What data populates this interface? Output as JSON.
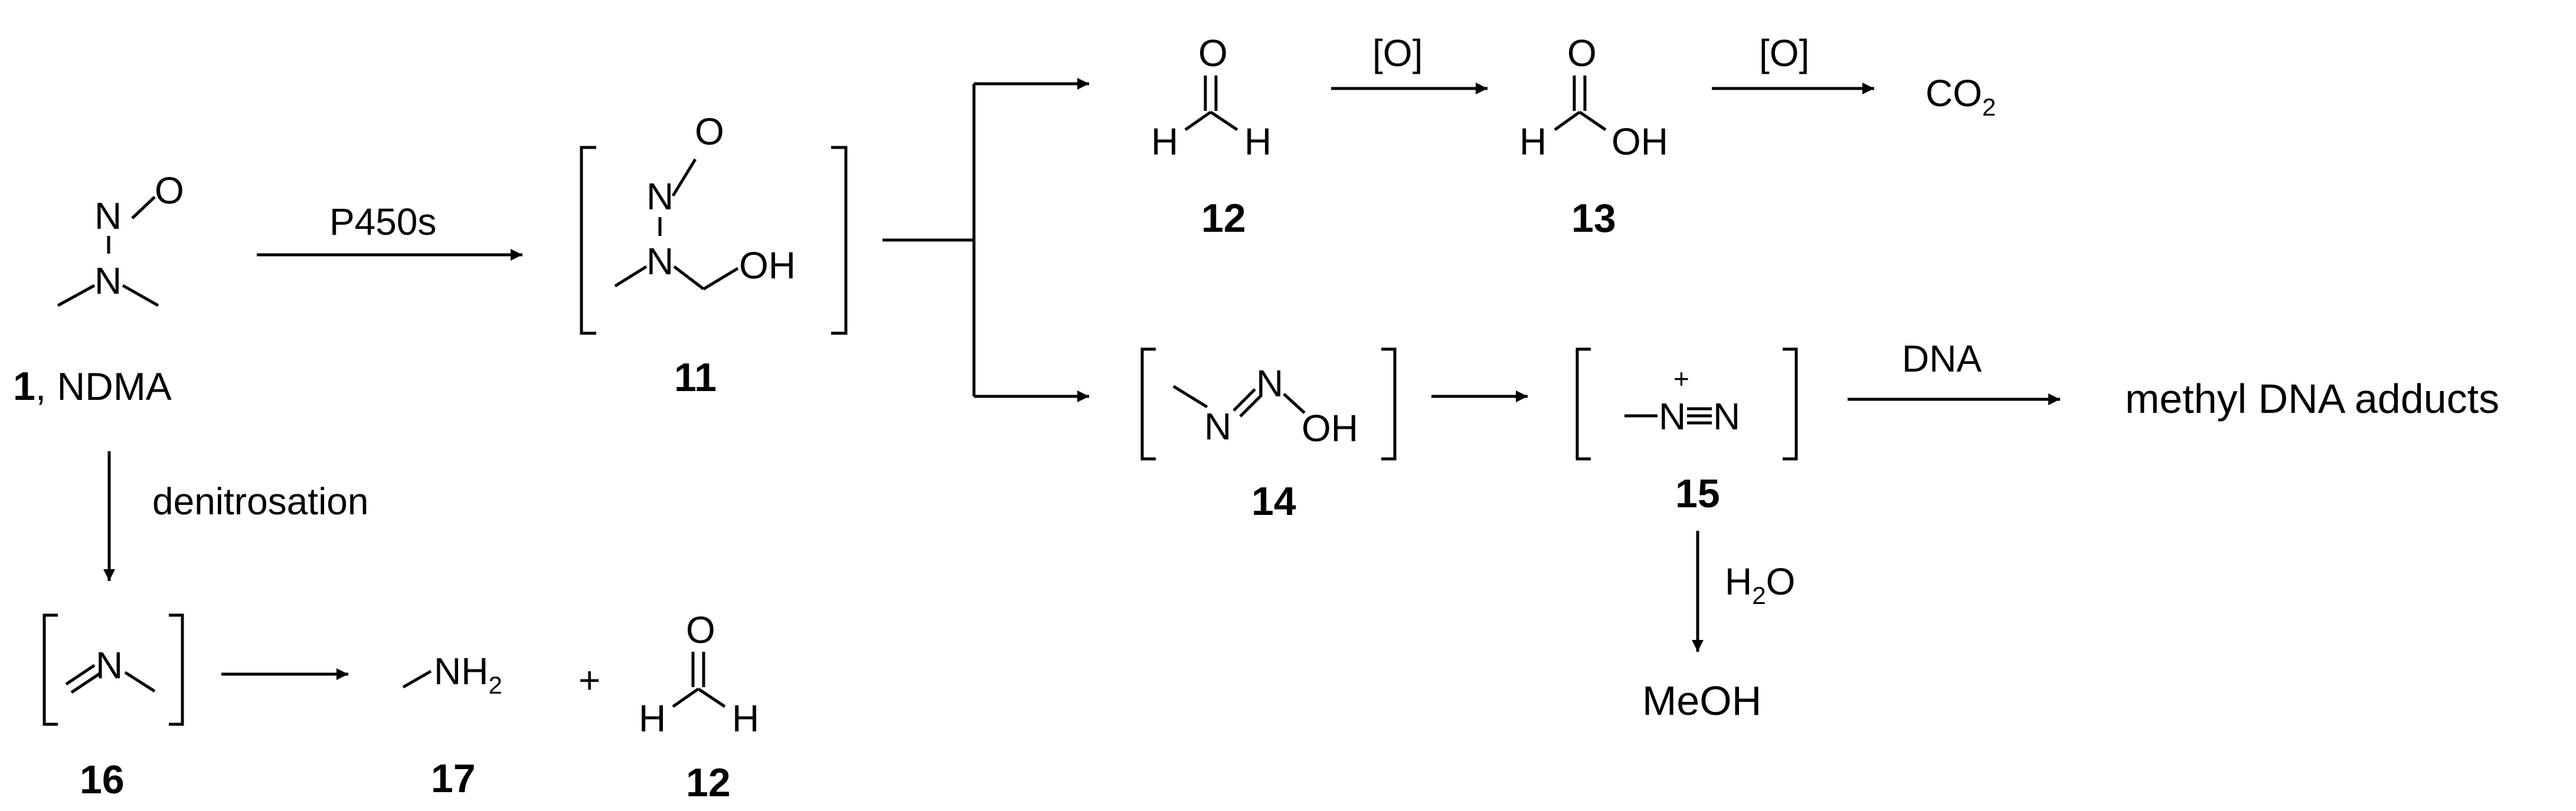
{
  "compounds": {
    "ndma": {
      "number": "1",
      "name": ", NDMA",
      "atoms": {
        "o": "O",
        "n_nitroso": "N",
        "n_amine": "N"
      }
    },
    "hydroxymethyl_nitrosamine": {
      "number": "11",
      "atoms": {
        "o": "O",
        "n_nitroso": "N",
        "n_amine": "N",
        "oh": "OH"
      }
    },
    "formaldehyde": {
      "number": "12",
      "atoms": {
        "o": "O",
        "h_left": "H",
        "h_right": "H"
      }
    },
    "formic_acid": {
      "number": "13",
      "atoms": {
        "o": "O",
        "h": "H",
        "oh": "OH"
      }
    },
    "co2": {
      "main": "CO",
      "subscript": "2"
    },
    "diazohydroxide": {
      "number": "14",
      "atoms": {
        "n1": "N",
        "n2": "N",
        "oh": "OH"
      }
    },
    "methyldiazonium": {
      "number": "15",
      "atoms": {
        "n_plus": "N",
        "charge": "+",
        "n_end": "N"
      }
    },
    "methylene_imine": {
      "number": "16",
      "atoms": {
        "n": "N"
      }
    },
    "methylamine": {
      "number": "17",
      "main": "NH",
      "subscript": "2"
    },
    "formaldehyde_2": {
      "number": "12",
      "atoms": {
        "o": "O",
        "h_left": "H",
        "h_right": "H"
      }
    }
  },
  "reagents": {
    "p450": "P450s",
    "oxidation_1": "[O]",
    "oxidation_2": "[O]",
    "dna": "DNA",
    "water_main": "H",
    "water_sub": "2",
    "water_end": "O",
    "denitrosation": "denitrosation"
  },
  "products": {
    "methanol": "MeOH",
    "dna_adducts": "methyl DNA adducts",
    "plus": "+"
  }
}
